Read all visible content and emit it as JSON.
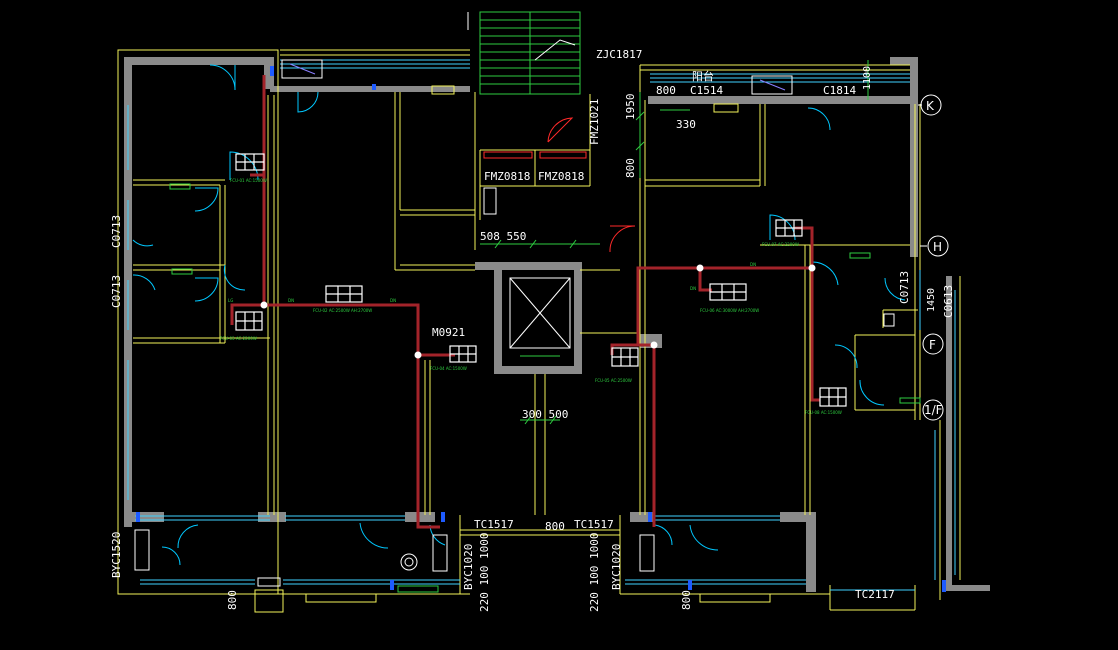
{
  "colors": {
    "background": "#000000",
    "wall_fill": "#8a8a8a",
    "wall_line": "#f2f25a",
    "glass": "#3fd2ff",
    "pipe": "#a3232a",
    "dimension": "#2ecc40",
    "text": "#ffffff",
    "door": "#00c8ff",
    "accent_red": "#ff2a2a",
    "marker_blue": "#1e5bff"
  },
  "labels": {
    "zjc1817": "ZJC1817",
    "c1514": "C1514",
    "c1814": "C1814",
    "fmz0818_a": "FMZ0818",
    "fmz0818_b": "FMZ0818",
    "fmz1021": "FMZ1021",
    "m0921": "M0921",
    "tc1517_a": "TC1517",
    "tc1517_b": "TC1517",
    "tc2117": "TC2117",
    "c0713_a": "C0713",
    "c0713_b": "C0713",
    "c0713_c": "C0713",
    "c0613": "C0613",
    "byc1520": "BYC1520",
    "byc1020_a": "BYC1020",
    "byc1020_b": "BYC1020",
    "d1950": "1950",
    "d800_a": "800",
    "d800_b": "800",
    "d800_c": "800",
    "d800_d": "800",
    "d800_e": "800",
    "d330": "330",
    "d508_550": "508 550",
    "d300_500": "300 500",
    "d1100": "1100",
    "d1450": "1450",
    "d220_a": "220 100 1000",
    "d220_b": "220 100 1000",
    "small_top": "阳台"
  },
  "axes": {
    "k": "K",
    "h": "H",
    "f": "F",
    "one_f": "1/F"
  },
  "fan_coil_units": [
    {
      "label": "FCU-1"
    },
    {
      "label": "FCU-2"
    },
    {
      "label": "FCU-3"
    },
    {
      "label": "FCU-4"
    },
    {
      "label": "FCU-5"
    },
    {
      "label": "FCU-6"
    },
    {
      "label": "FCU-7"
    },
    {
      "label": "FCU-8"
    }
  ]
}
